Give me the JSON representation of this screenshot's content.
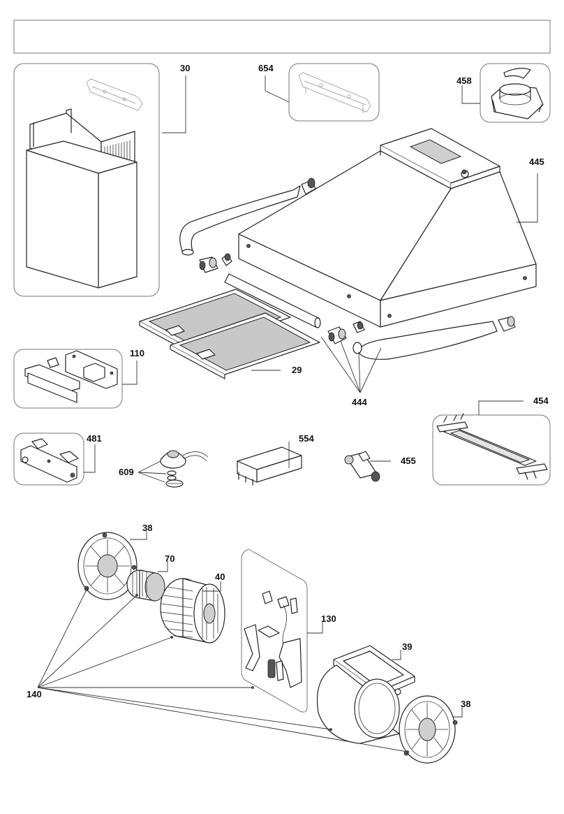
{
  "title_box_text": "",
  "labels": {
    "p30": "30",
    "p654": "654",
    "p458": "458",
    "p445": "445",
    "p110": "110",
    "p29": "29",
    "p444": "444",
    "p454": "454",
    "p481": "481",
    "p609": "609",
    "p554": "554",
    "p455": "455",
    "p38a": "38",
    "p70": "70",
    "p40": "40",
    "p130": "130",
    "p39": "39",
    "p38b": "38",
    "p140": "140"
  }
}
